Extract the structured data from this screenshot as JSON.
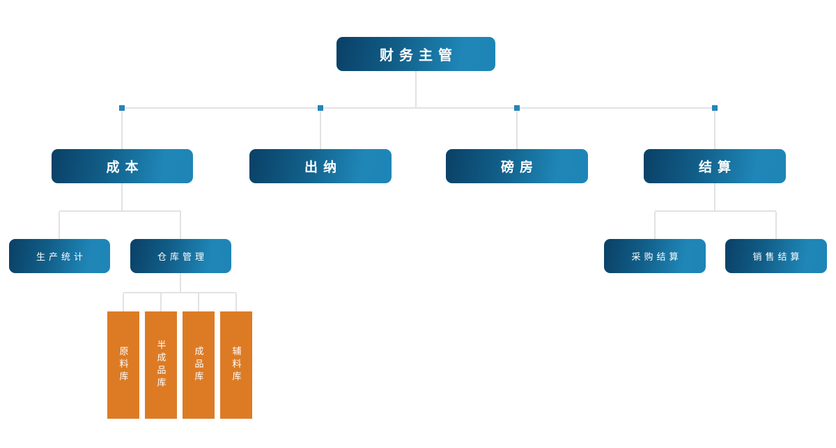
{
  "colors": {
    "node_blue_dark": "#0a4066",
    "node_blue_light": "#1f86b7",
    "node_orange": "#dd7b25",
    "connector_line": "#e2e2e2",
    "junction_square": "#2585b8",
    "node_text": "#ffffff",
    "background": "#ffffff"
  },
  "org_chart": {
    "root": {
      "label": "财务主管"
    },
    "departments": [
      {
        "label": "成本",
        "children": [
          {
            "label": "生产统计"
          },
          {
            "label": "仓库管理",
            "children": [
              {
                "label": "原料库"
              },
              {
                "label": "半成品库"
              },
              {
                "label": "成品库"
              },
              {
                "label": "辅料库"
              }
            ]
          }
        ]
      },
      {
        "label": "出纳"
      },
      {
        "label": "磅房"
      },
      {
        "label": "结算",
        "children": [
          {
            "label": "采购结算"
          },
          {
            "label": "销售结算"
          }
        ]
      }
    ]
  }
}
